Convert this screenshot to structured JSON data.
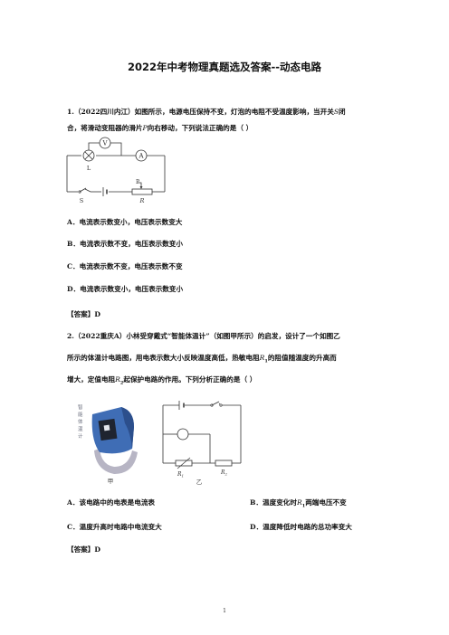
{
  "doc": {
    "title": "2022年中考物理真题选及答案--动态电路",
    "page_number": "1"
  },
  "q1": {
    "line1_pre": "1.（2022四川内江）如图所示，电源电压保持不变，灯泡的电阻不受温度影响，当开关",
    "switch_symbol": "S",
    "line1_post": "闭",
    "line2_pre": "合，将滑动变阻器的滑片",
    "slider_symbol": "P",
    "line2_post": "向右移动，下列说法正确的是（      ）",
    "figure": {
      "voltmeter": "V",
      "ammeter": "A",
      "lamp": "L",
      "switch": "S",
      "slider": "P",
      "rheostat": "R"
    },
    "options": [
      "A．电流表示数变小，电压表示数变大",
      "B．电流表示数不变，电压表示数变小",
      "C．电流表示数不变，电压表示数不变",
      "D．电流表示数变小，电压表示数变小"
    ],
    "answer": "【答案】D"
  },
  "q2": {
    "line1": "2.（2022重庆A）小林受穿戴式“智能体温计”（如图甲所示）的启发，设计了一个如图乙",
    "line2": "所示的体温计电路图，用电表示数大小反映温度高低，热敏电阻",
    "line2_tail": "的阻值随温度的升高而",
    "line3_pre": "增大，定值电阻",
    "line3_post": "起保护电路的作用。下列分析正确的是（      ）",
    "r_letter": "R",
    "r1_sub": "1",
    "r2_sub": "2",
    "figure": {
      "device_text": [
        "智",
        "能",
        "体",
        "温",
        "计"
      ],
      "caption_jia": "甲",
      "caption_yi": "乙",
      "r1": "R",
      "r1_sub": "1",
      "r2": "R",
      "r2_sub": "2"
    },
    "options": {
      "A": "A．该电路中的电表是电流表",
      "B_pre": "B．温度变化时",
      "B_post": "两端电压不变",
      "C": "C．温度升高时电路中电流变大",
      "D": "D．温度降低时电路的总功率变大"
    },
    "answer": "【答案】D"
  }
}
